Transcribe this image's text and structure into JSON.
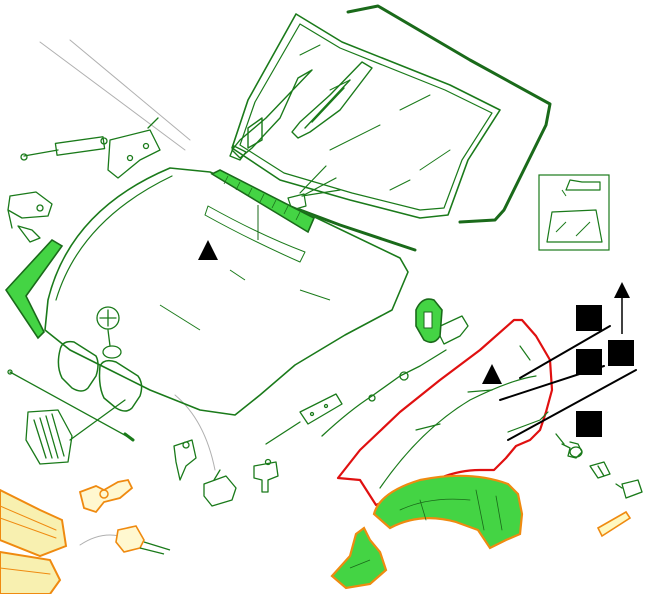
{
  "diagram": {
    "markers": {
      "triangle_count": 2,
      "square_count": 4,
      "arrow_count": 1
    },
    "colors": {
      "line_green": "#1a7a1a",
      "fill_green": "#44d444",
      "outline_red": "#e01010",
      "outline_orange": "#ef8a10",
      "marker_black": "#000000",
      "line_gray": "#b0b0b0"
    },
    "highlighted_parts": [
      "hood-seal-strip",
      "hood-side-trim",
      "bracket-part",
      "front-fender",
      "wheel-arch-liner",
      "liner-extension",
      "fender-trim-strip",
      "bumper-frame",
      "lock-latch",
      "hood-release-switch"
    ]
  }
}
